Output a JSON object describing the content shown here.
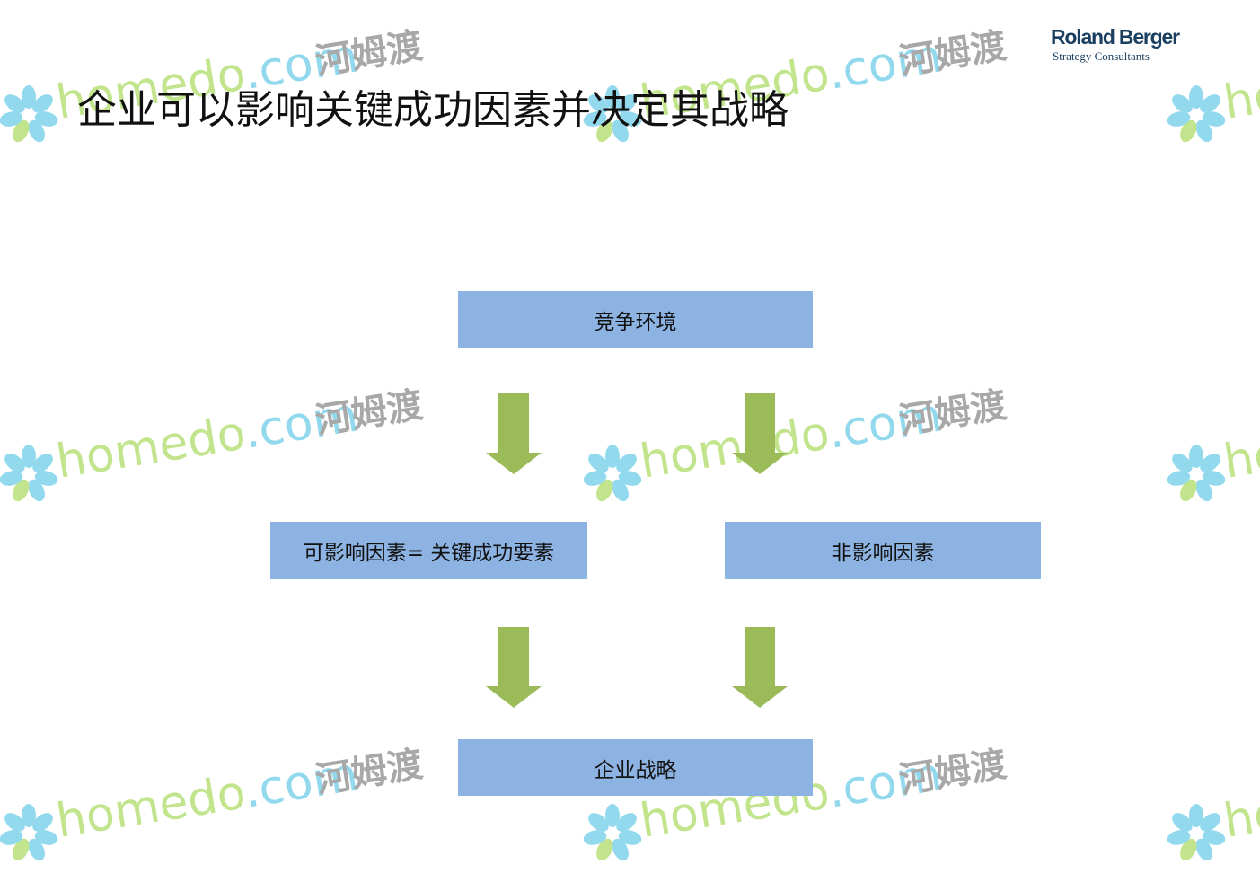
{
  "title": "企业可以影响关键成功因素并决定其战略",
  "logo": {
    "name": "Roland Berger",
    "subtitle": "Strategy Consultants",
    "color": "#1b3f60"
  },
  "diagram": {
    "top_box": "竞争环境",
    "left_box": "可影响因素= 关键成功要素",
    "right_box": "非影响因素",
    "bottom_box": "企业战略",
    "box_color": "#8db3e2",
    "arrow_color": "#9bbb59"
  },
  "watermark": {
    "site_home": "homedo",
    "site_com": ".com",
    "site_cn": "河姆渡"
  }
}
